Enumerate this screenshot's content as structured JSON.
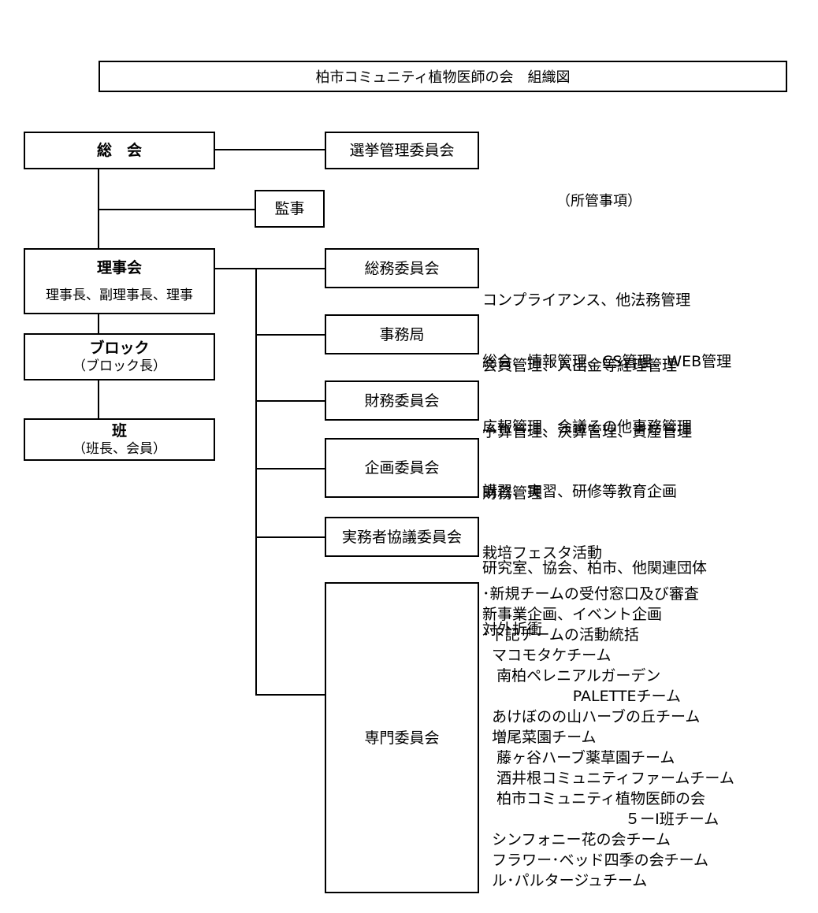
{
  "title": "柏市コミュニティ植物医師の会　組織図",
  "note": "（所管事項）",
  "nodes": {
    "soukai": "総　会",
    "senkyo": "選挙管理委員会",
    "kanji": "監事",
    "rijikai": "理事会",
    "rijikai_sub": "理事長、副理事長、理事",
    "block": "ブロック",
    "block_sub": "（ブロック長）",
    "han": "班",
    "han_sub": "（班長、会員）",
    "soumu": "総務委員会",
    "jimukyoku": "事務局",
    "zaimu": "財務委員会",
    "kikaku": "企画委員会",
    "jitsumusha": "実務者協議委員会",
    "senmon": "専門委員会"
  },
  "duties": {
    "soumu": [
      "コンプライアンス、他法務管理",
      "総会、情報管理、CS管理、WEB管理"
    ],
    "jimukyoku": [
      "会員管理、入出金等経理管理",
      "広報管理、会議その他事務管理"
    ],
    "zaimu": [
      "予算管理、決算管理、資産管理",
      "財務管理"
    ],
    "kikaku": [
      "講習、実習、研修等教育企画",
      "栽培フェスタ活動",
      "新事業企画、イベント企画"
    ],
    "jitsumusha": [
      "研究室、協会、柏市、他関連団体",
      "対外折衝"
    ],
    "senmon": [
      "･新規チームの受付窓口及び審査",
      "",
      "･下記チームの活動統括",
      "  マコモタケチーム",
      "   南柏ペレニアルガーデン",
      "                   PALETTEチーム",
      "  あけぼのの山ハーブの丘チーム",
      "  増尾菜園チーム",
      "   藤ヶ谷ハーブ薬草園チーム",
      "   酒井根コミュニティファームチーム",
      "   柏市コミュニティ植物医師の会",
      "                              ５ーI班チーム",
      "  シンフォニー花の会チーム",
      "  フラワー･ベッド四季の会チーム",
      "  ル･パルタージュチーム"
    ]
  }
}
